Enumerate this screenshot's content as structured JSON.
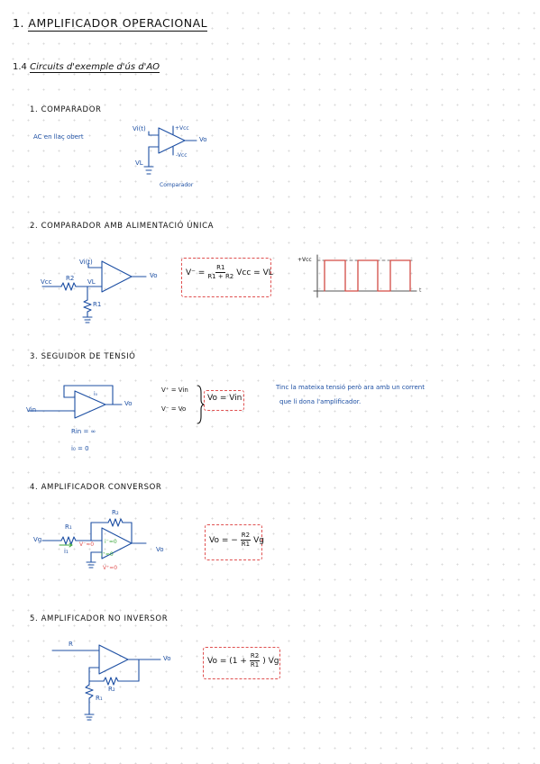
{
  "title": {
    "number": "1.",
    "text": "AMPLIFICADOR   OPERACIONAL"
  },
  "subtitle": {
    "number": "1.4",
    "text": "Circuits d'exemple d'ús d'AO"
  },
  "sections": [
    {
      "heading": "1. COMPARADOR",
      "note": "AC en llaç obert",
      "labels": {
        "vi": "Vi(t)",
        "vcc_pos": "+Vcc",
        "vcc_neg": "-Vcc",
        "vo": "Vo",
        "vl": "VL",
        "caption": "Comparador"
      }
    },
    {
      "heading": "2. COMPARADOR  AMB  ALIMENTACIÓ  ÚNICA",
      "labels": {
        "vi": "Vi(t)",
        "vcc": "Vcc",
        "r2": "R2",
        "vl": "VL",
        "r1": "R1",
        "vo": "Vo"
      },
      "equation": {
        "lhs": "V⁻ =",
        "num": "R1",
        "den": "R1 + R2",
        "rhs": "Vcc = VL"
      },
      "plot_label": "+Vcc",
      "plot_axis": "t"
    },
    {
      "heading": "3. SEGUIDOR  DE  TENSIÓ",
      "labels": {
        "io": "i₀",
        "vo": "Vo",
        "vin": "Vin",
        "rin": "Rin = ∞",
        "io_zero": "i₀ = 0"
      },
      "conditions": [
        "V⁺ = Vin",
        "V⁻ = Vo"
      ],
      "equation": "Vo = Vin",
      "note_lines": [
        "Tinc  la  mateixa  tensió  però  ara  amb  un  corrent",
        "que  li  dona  l'amplificador."
      ]
    },
    {
      "heading": "4. AMPLIFICADOR   CONVERSOR",
      "labels": {
        "rf": "R₂",
        "r1": "R₁",
        "vg": "Vg",
        "i1": "i₁",
        "vminus": "V⁻≈0",
        "vplus": "V⁺=0",
        "iplus": "i⁺=0",
        "iminus": "i⁻=0",
        "vo": "Vo"
      },
      "equation": {
        "lhs": "Vo = −",
        "num": "R2",
        "den": "R1",
        "rhs": "Vg"
      }
    },
    {
      "heading": "5. AMPLIFICADOR   NO  INVERSOR",
      "labels": {
        "r": "R",
        "r2": "R₂",
        "r1": "R₁",
        "vo": "Vo"
      },
      "equation": {
        "lhs": "Vo = (1 +",
        "num": "R2",
        "den": "R1",
        "rhs": ") Vg"
      }
    }
  ],
  "colors": {
    "ink": "#111111",
    "blue": "#1d4fa3",
    "red": "#e05050",
    "green": "#3aa53a",
    "grid": "#d9d9d9"
  }
}
